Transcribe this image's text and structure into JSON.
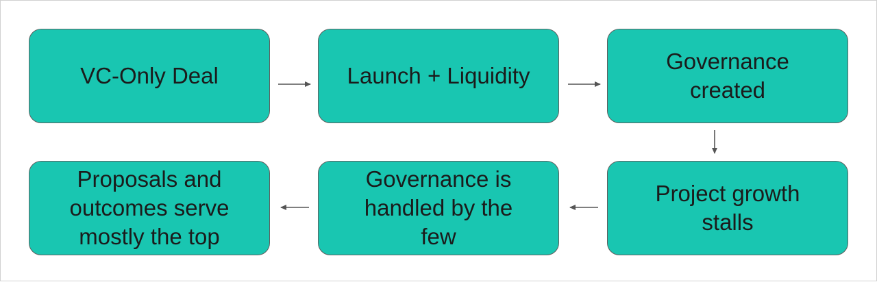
{
  "diagram": {
    "nodes": [
      {
        "id": "n1",
        "label": "VC-Only Deal"
      },
      {
        "id": "n2",
        "label": "Launch + Liquidity"
      },
      {
        "id": "n3",
        "label": "Governance created"
      },
      {
        "id": "n4",
        "label": "Project growth stalls"
      },
      {
        "id": "n5",
        "label": "Governance is handled by the few"
      },
      {
        "id": "n6",
        "label": "Proposals and outcomes serve mostly the top"
      }
    ],
    "edges": [
      {
        "from": "n1",
        "to": "n2"
      },
      {
        "from": "n2",
        "to": "n3"
      },
      {
        "from": "n3",
        "to": "n4"
      },
      {
        "from": "n4",
        "to": "n5"
      },
      {
        "from": "n5",
        "to": "n6"
      }
    ],
    "colors": {
      "node_fill": "#19c6b1",
      "node_border": "#5f5f5f",
      "arrow": "#555555",
      "text": "#1b1b1b"
    }
  }
}
